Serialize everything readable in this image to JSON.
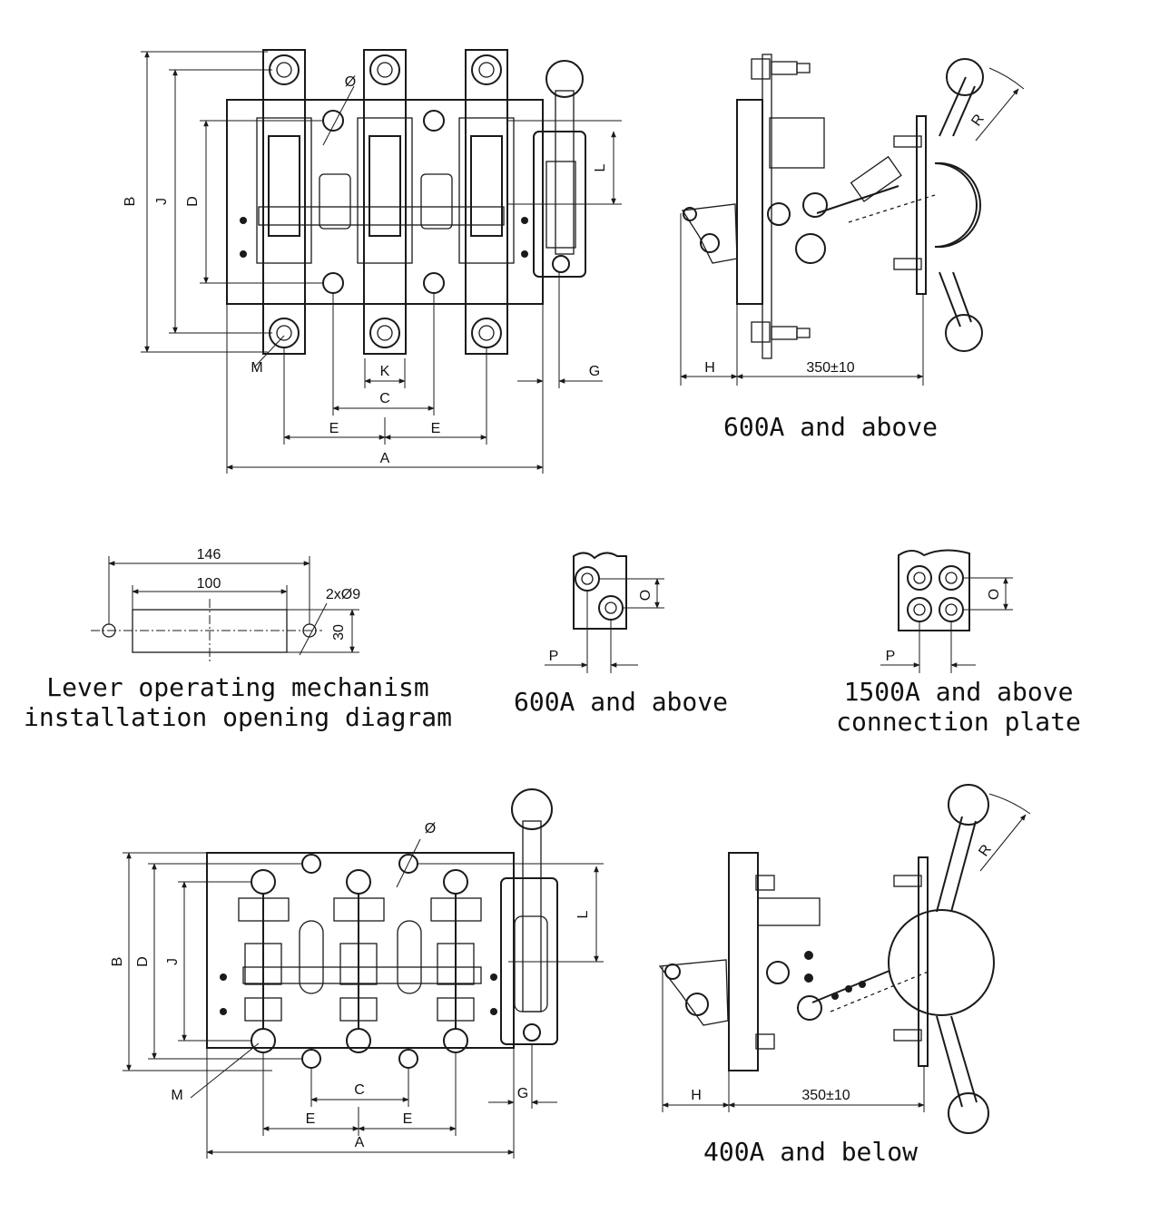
{
  "top_front_view": {
    "dims": {
      "b": "B",
      "j": "J",
      "d": "D",
      "l": "L",
      "k": "K",
      "c": "C",
      "e": "E",
      "a": "A",
      "g": "G",
      "m": "M",
      "phi": "Ø"
    }
  },
  "top_side_view": {
    "dims": {
      "r": "R",
      "h": "H",
      "depth": "350±10"
    }
  },
  "opening_diagram": {
    "overall_width": "146",
    "slot_width": "100",
    "holes": "2xØ9",
    "slot_height": "30"
  },
  "terminal_600a": {
    "dims": {
      "p": "P",
      "o": "O"
    }
  },
  "plate_1500a": {
    "dims": {
      "p": "P",
      "o": "O"
    }
  },
  "bottom_front_view": {
    "dims": {
      "b": "B",
      "d": "D",
      "j": "J",
      "l": "L",
      "c": "C",
      "e": "E",
      "a": "A",
      "g": "G",
      "m": "M",
      "phi": "Ø"
    }
  },
  "bottom_side_view": {
    "dims": {
      "r": "R",
      "h": "H",
      "depth": "350±10"
    }
  },
  "captions": {
    "side_600a": "600A and above",
    "opening_line1": "Lever operating mechanism",
    "opening_line2": "installation opening diagram",
    "terminal_600a": "600A and above",
    "plate_line1": "1500A and above",
    "plate_line2": "connection plate",
    "side_400a": "400A and below"
  }
}
